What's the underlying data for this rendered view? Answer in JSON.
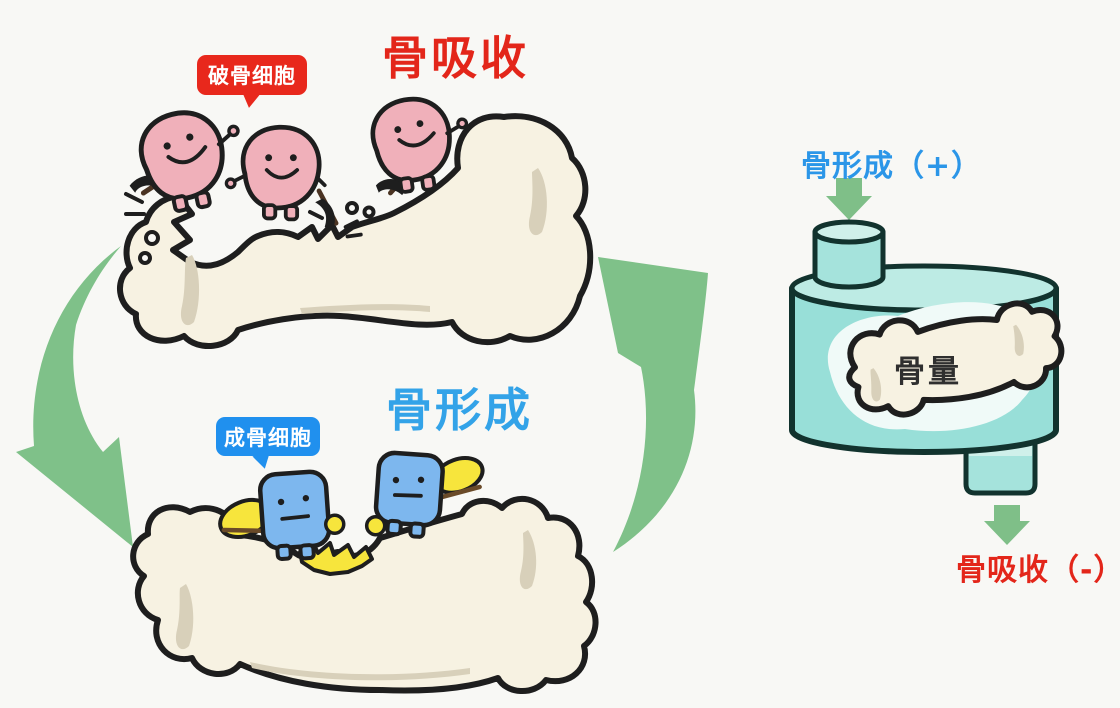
{
  "resorption_section": {
    "title": "骨吸收",
    "title_color": "#e3261a",
    "bubble_label": "破骨细胞",
    "bubble_color": "#e8281c"
  },
  "formation_section": {
    "title": "骨形成",
    "title_color": "#33a3e8",
    "bubble_label": "成骨细胞",
    "bubble_color": "#2090ee"
  },
  "balance_diagram": {
    "formation_label": "骨形成（+）",
    "formation_label_color": "#2b96e8",
    "bone_mass_label": "骨量",
    "resorption_label": "骨吸收（-）",
    "resorption_label_color": "#e3261a"
  },
  "palette": {
    "background": "#f8f8f5",
    "cycle_arrow_green": "#7fc189",
    "small_arrow_green": "#7fbf88",
    "bone_fill": "#f7f2e2",
    "bone_shadow": "#d8d0ba",
    "outline_black": "#1e1e1e",
    "osteoclast_pink": "#f0b0ba",
    "osteoblast_blue": "#7db7ee",
    "new_bone_yellow": "#f7e53c",
    "tank_teal": "#98dfd8",
    "tank_top_teal": "#bdebe4",
    "tank_outline": "#12332e"
  }
}
